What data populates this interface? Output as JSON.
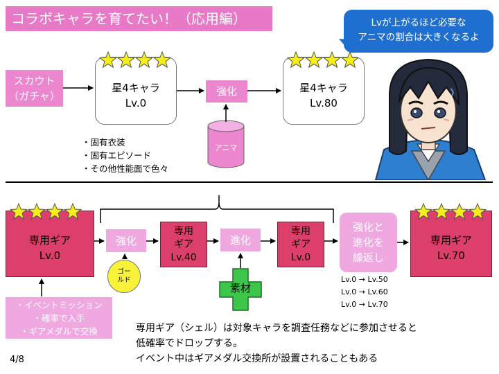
{
  "title": "コラボキャラを育てたい！（応用編）",
  "speech_bubble": {
    "line1": "Lvが上がるほど必要な",
    "line2": "アニマの割合は大きくなるよ"
  },
  "top_flow": {
    "scout": {
      "line1": "スカウト",
      "line2": "（ガチャ）"
    },
    "char_before": {
      "name": "星4キャラ",
      "level": "Lv.0",
      "stars": 4
    },
    "enhance": "強化",
    "anima": "アニマ",
    "char_after": {
      "name": "星4キャラ",
      "level": "Lv.80",
      "stars": 4
    },
    "features": [
      "・固有衣装",
      "・固有エピソード",
      "・その他性能面で色々"
    ]
  },
  "bottom_flow": {
    "gear_start": {
      "name": "専用ギア",
      "level": "Lv.0",
      "stars": 4
    },
    "enhance": "強化",
    "gold": {
      "line1": "ゴー",
      "line2": "ルド"
    },
    "gear_mid1": {
      "line1": "専用",
      "line2": "ギア",
      "level": "Lv.40"
    },
    "evolve": "進化",
    "material": "素材",
    "gear_mid2": {
      "line1": "専用",
      "line2": "ギア",
      "level": "Lv.0"
    },
    "repeat": {
      "line1": "強化と",
      "line2": "進化を",
      "line3": "繰返し"
    },
    "repeat_levels": [
      "Lv.0 → Lv.50",
      "Lv.0 → Lv.60",
      "Lv.0 → Lv.70"
    ],
    "gear_end": {
      "name": "専用ギア",
      "level": "Lv.70",
      "stars": 4
    },
    "sources": [
      "・イベントミッション",
      "・確率で入手",
      "・ギアメダルで交換"
    ]
  },
  "note": [
    "専用ギア（シェル）は対象キャラを調査任務などに参加させると",
    "低確率でドロップする。",
    "イベント中はギアメダル交換所が設置されることもある"
  ],
  "page_number": "4/8",
  "colors": {
    "pink": "#eb86cf",
    "light_pink": "#f0a8e0",
    "crimson": "#dc3f6c",
    "star_yellow": "#f5ee1a",
    "bubble_blue": "#1f6fd0",
    "material_green": "#3cc64a",
    "gold_yellow": "#f8f23a"
  }
}
